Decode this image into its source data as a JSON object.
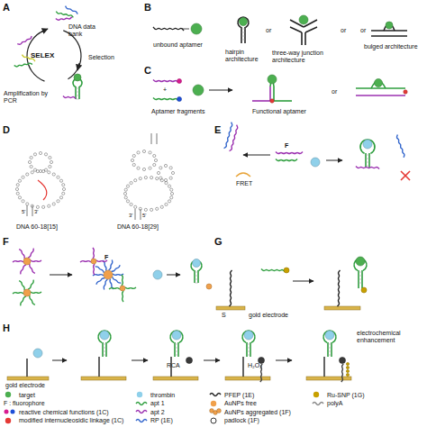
{
  "diagram": {
    "labels": [
      "A",
      "DNA data bank",
      "Selection",
      "SELEX",
      "Amplification by PCR",
      "B",
      "unbound aptamer",
      "or",
      "hairpin architecture",
      "or",
      "three-way junction architecture",
      "or",
      "bulged architecture",
      "C",
      "Aptamer fragments",
      "+",
      "Functional aptamer",
      "or",
      "D",
      "DNA 60-18[15]",
      "DNA 60-18[29]",
      "5'",
      "3'",
      "3'",
      "5'",
      "E",
      "F",
      "FRET",
      "F",
      "F",
      "G",
      "S",
      "gold electrode",
      "H",
      "gold electrode",
      "RCA",
      "H₂O₂",
      "electrochemical enhancement"
    ],
    "legend": [
      {
        "text": "target",
        "color": "#4caf50"
      },
      {
        "text": "F : fluorophore"
      },
      {
        "text": "reactive chemical functions (1C)"
      },
      {
        "text": "modified internucleosidic linkage (1C)",
        "color": "#e53935"
      },
      {
        "text": "thrombin",
        "color": "#8fd0ea"
      },
      {
        "text": "apt 1"
      },
      {
        "text": "apt 2"
      },
      {
        "text": "RP (1E)"
      },
      {
        "text": "PFEP (1E)"
      },
      {
        "text": "AuNPs free",
        "color": "#f0a04b"
      },
      {
        "text": "AuNPs aggregated (1F)"
      },
      {
        "text": "padlock (1F)"
      },
      {
        "text": "Ru-SNP (1G)",
        "color": "#c8a000"
      },
      {
        "text": "polyA"
      }
    ]
  }
}
